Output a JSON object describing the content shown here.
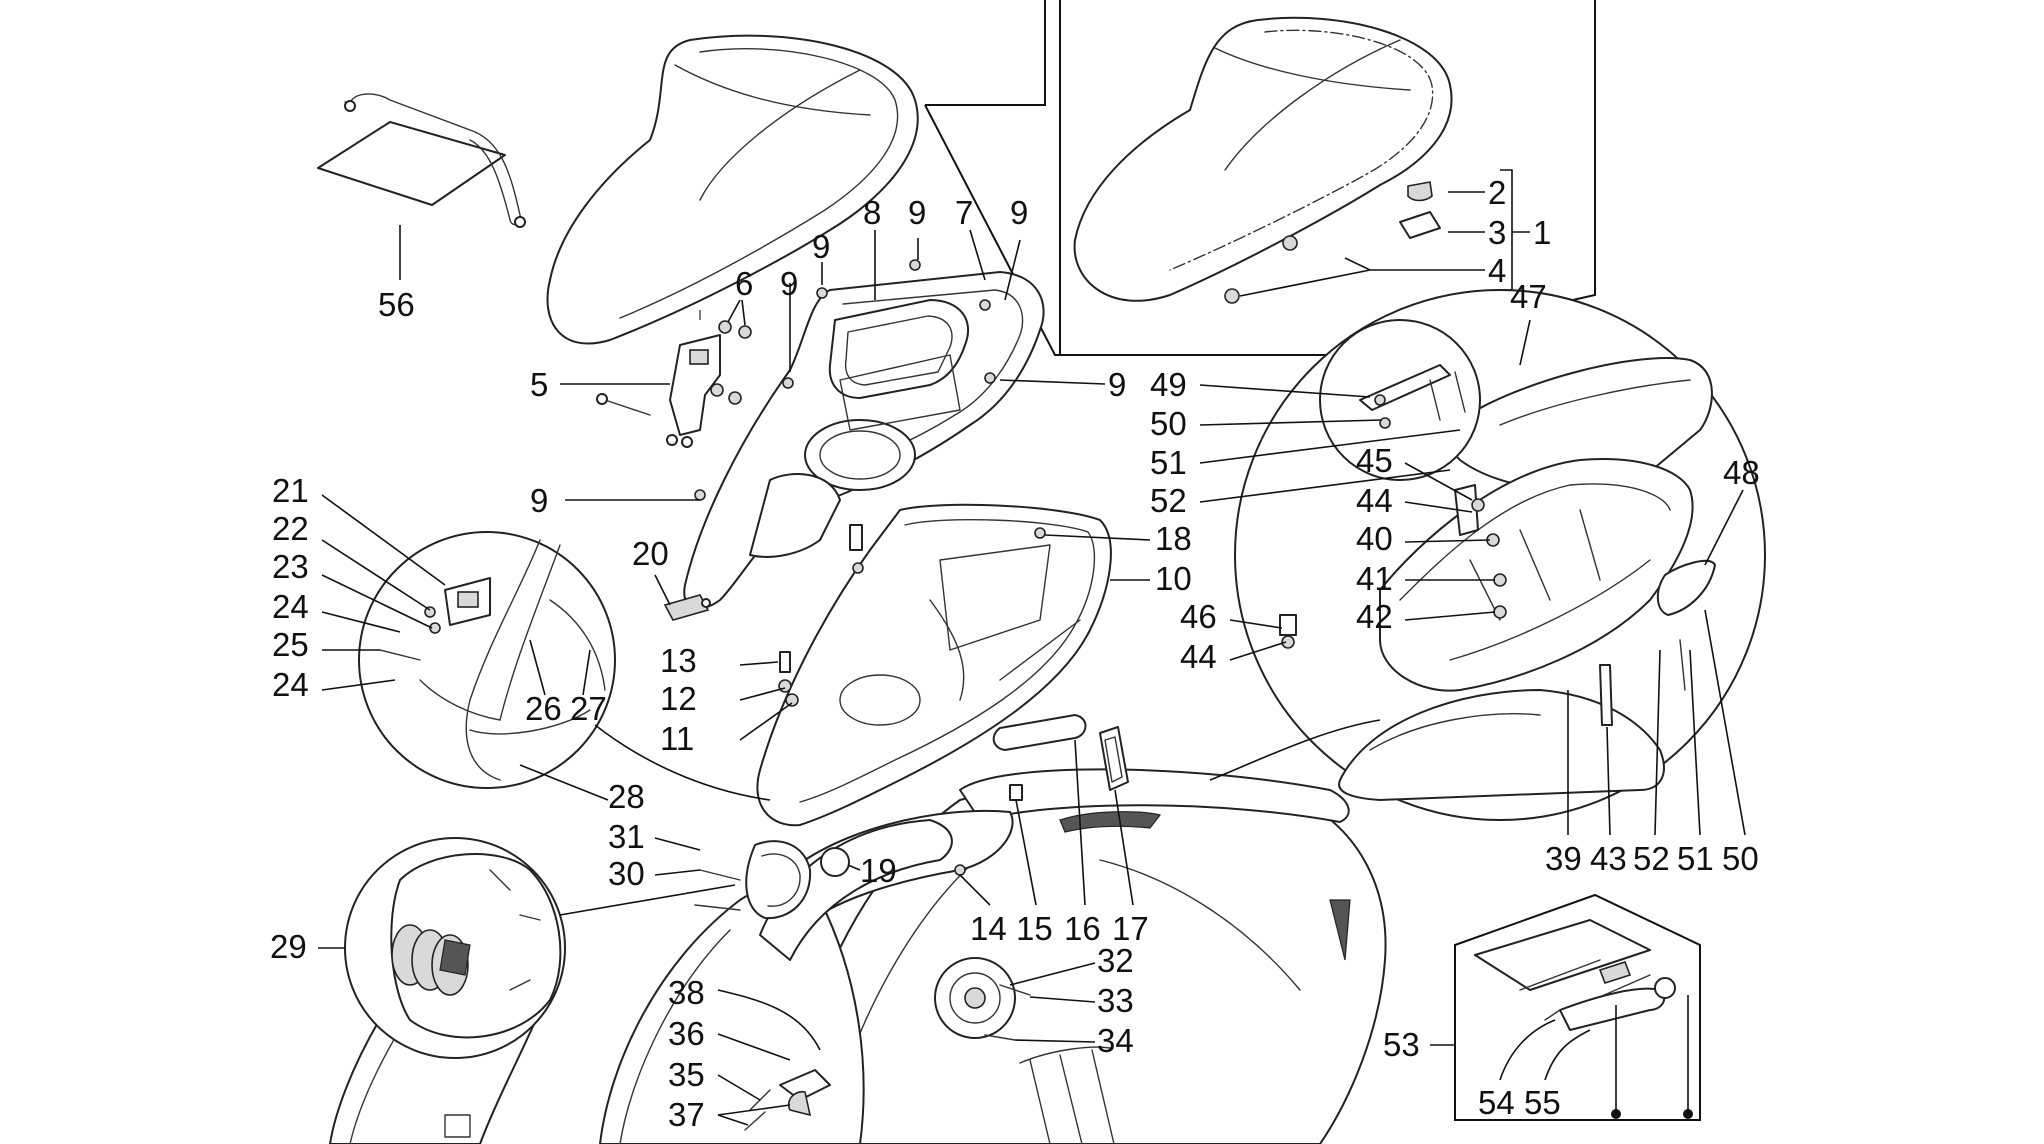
{
  "diagram": {
    "type": "exploded-parts-diagram",
    "accent_color": "#111111",
    "callouts": [
      {
        "id": "c1",
        "text": "1"
      },
      {
        "id": "c2",
        "text": "2"
      },
      {
        "id": "c3",
        "text": "3"
      },
      {
        "id": "c4",
        "text": "4"
      },
      {
        "id": "c5",
        "text": "5"
      },
      {
        "id": "c6",
        "text": "6"
      },
      {
        "id": "c7",
        "text": "7"
      },
      {
        "id": "c8",
        "text": "8"
      },
      {
        "id": "c9a",
        "text": "9"
      },
      {
        "id": "c9b",
        "text": "9"
      },
      {
        "id": "c9c",
        "text": "9"
      },
      {
        "id": "c9d",
        "text": "9"
      },
      {
        "id": "c9e",
        "text": "9"
      },
      {
        "id": "c9f",
        "text": "9"
      },
      {
        "id": "c10",
        "text": "10"
      },
      {
        "id": "c11",
        "text": "11"
      },
      {
        "id": "c12",
        "text": "12"
      },
      {
        "id": "c13",
        "text": "13"
      },
      {
        "id": "c14",
        "text": "14"
      },
      {
        "id": "c15",
        "text": "15"
      },
      {
        "id": "c16",
        "text": "16"
      },
      {
        "id": "c17",
        "text": "17"
      },
      {
        "id": "c18",
        "text": "18"
      },
      {
        "id": "c19",
        "text": "19"
      },
      {
        "id": "c20",
        "text": "20"
      },
      {
        "id": "c21",
        "text": "21"
      },
      {
        "id": "c22",
        "text": "22"
      },
      {
        "id": "c23",
        "text": "23"
      },
      {
        "id": "c24a",
        "text": "24"
      },
      {
        "id": "c24b",
        "text": "24"
      },
      {
        "id": "c25",
        "text": "25"
      },
      {
        "id": "c26",
        "text": "26"
      },
      {
        "id": "c27",
        "text": "27"
      },
      {
        "id": "c28",
        "text": "28"
      },
      {
        "id": "c29",
        "text": "29"
      },
      {
        "id": "c30",
        "text": "30"
      },
      {
        "id": "c31",
        "text": "31"
      },
      {
        "id": "c32",
        "text": "32"
      },
      {
        "id": "c33",
        "text": "33"
      },
      {
        "id": "c34",
        "text": "34"
      },
      {
        "id": "c35",
        "text": "35"
      },
      {
        "id": "c36",
        "text": "36"
      },
      {
        "id": "c37",
        "text": "37"
      },
      {
        "id": "c38",
        "text": "38"
      },
      {
        "id": "c39",
        "text": "39"
      },
      {
        "id": "c40",
        "text": "40"
      },
      {
        "id": "c41",
        "text": "41"
      },
      {
        "id": "c42",
        "text": "42"
      },
      {
        "id": "c43",
        "text": "43"
      },
      {
        "id": "c44a",
        "text": "44"
      },
      {
        "id": "c44b",
        "text": "44"
      },
      {
        "id": "c45",
        "text": "45"
      },
      {
        "id": "c46",
        "text": "46"
      },
      {
        "id": "c47",
        "text": "47"
      },
      {
        "id": "c48",
        "text": "48"
      },
      {
        "id": "c49",
        "text": "49"
      },
      {
        "id": "c50a",
        "text": "50"
      },
      {
        "id": "c50b",
        "text": "50"
      },
      {
        "id": "c51a",
        "text": "51"
      },
      {
        "id": "c51b",
        "text": "51"
      },
      {
        "id": "c52a",
        "text": "52"
      },
      {
        "id": "c52b",
        "text": "52"
      },
      {
        "id": "c53",
        "text": "53"
      },
      {
        "id": "c54",
        "text": "54"
      },
      {
        "id": "c55",
        "text": "55"
      },
      {
        "id": "c56",
        "text": "56"
      }
    ]
  }
}
